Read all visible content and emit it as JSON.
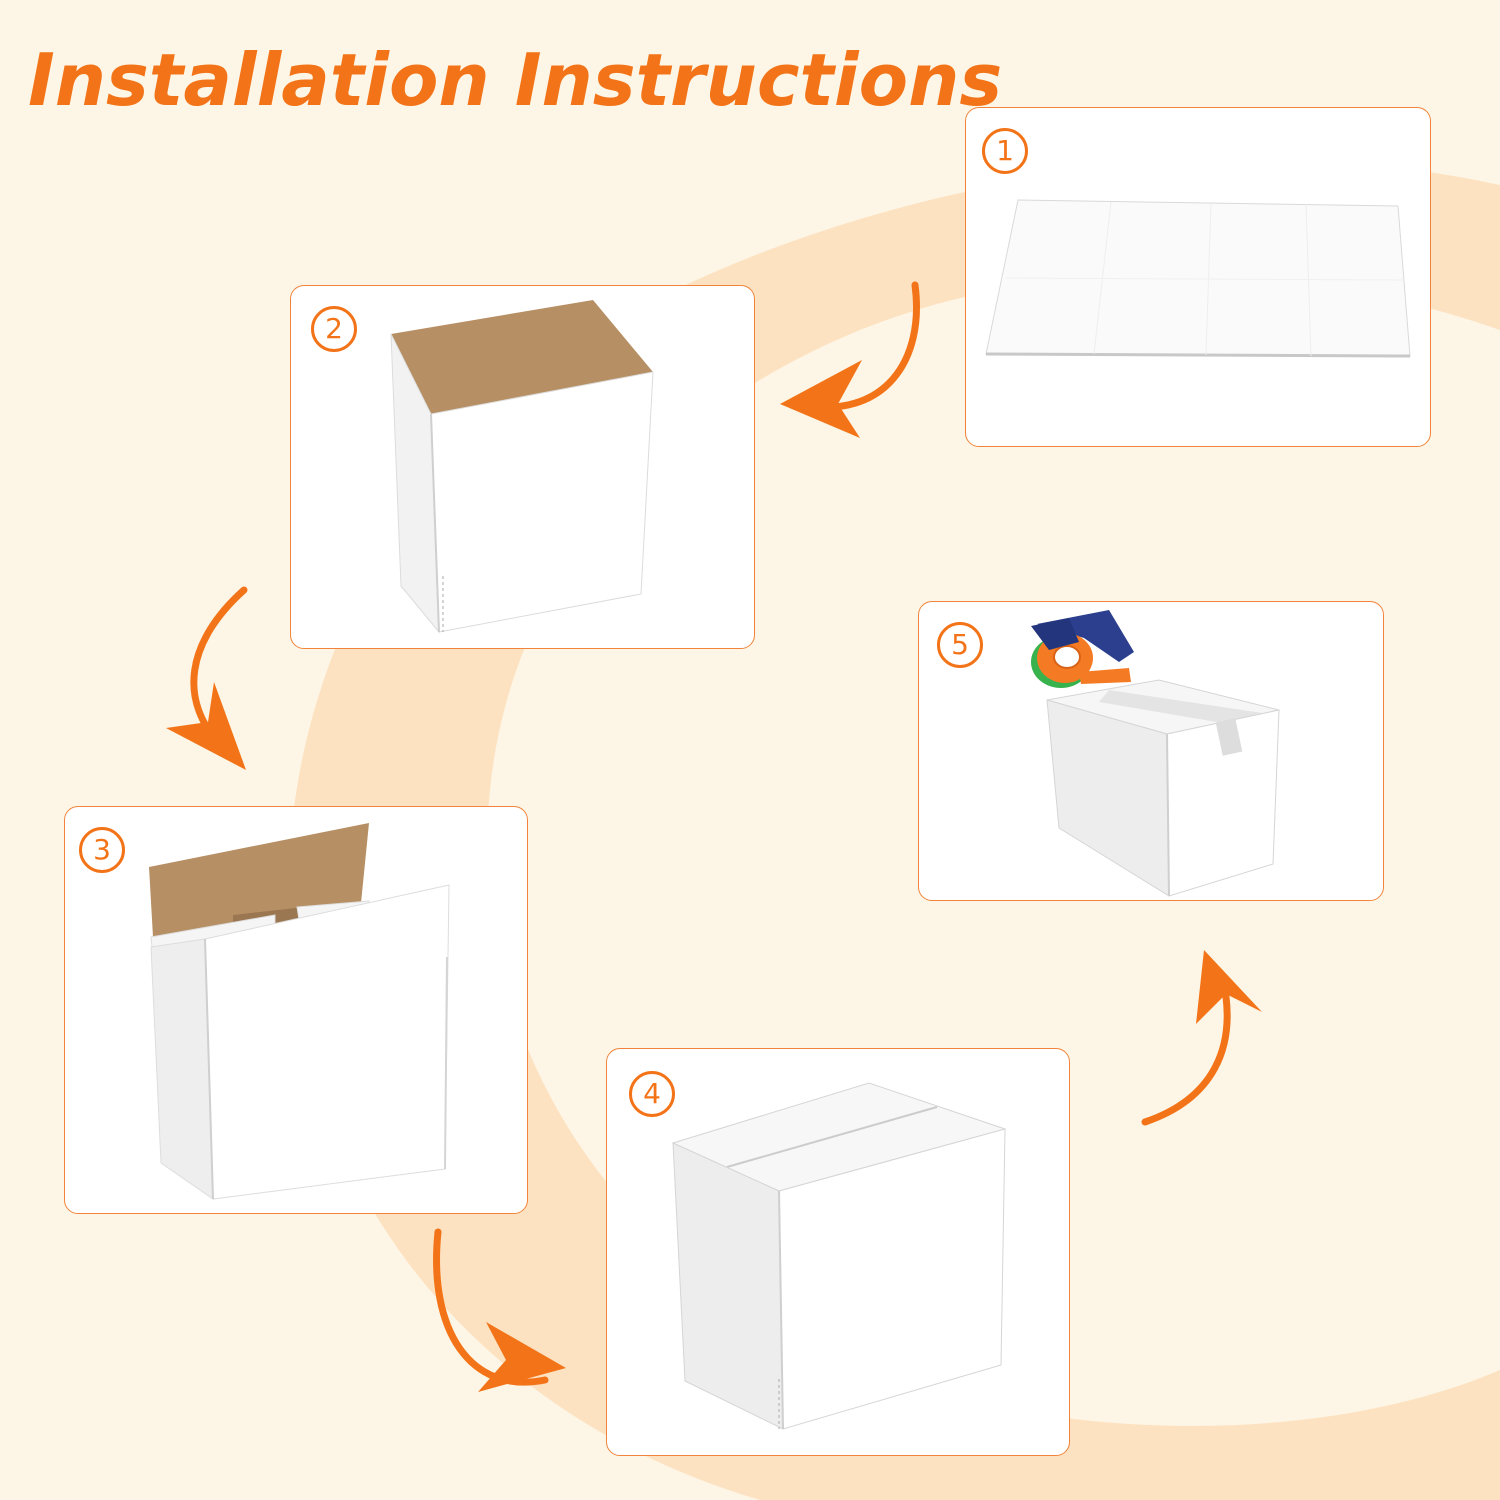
{
  "title": "Installation Instructions",
  "colors": {
    "accent": "#f37418",
    "background": "#fdf6e6",
    "swirl": "#fde2c2",
    "card_border": "#f1843a",
    "cardboard": "#b78f64"
  },
  "steps": [
    {
      "number": "1",
      "image": "flat-unfolded-box-sheet"
    },
    {
      "number": "2",
      "image": "open-box-standing"
    },
    {
      "number": "3",
      "image": "box-with-flaps-folding"
    },
    {
      "number": "4",
      "image": "closed-box"
    },
    {
      "number": "5",
      "image": "tape-dispenser-sealing-box"
    }
  ],
  "arrows": [
    "step-1-to-2-arrow",
    "step-2-to-3-arrow",
    "step-3-to-4-arrow",
    "step-4-to-5-arrow"
  ]
}
